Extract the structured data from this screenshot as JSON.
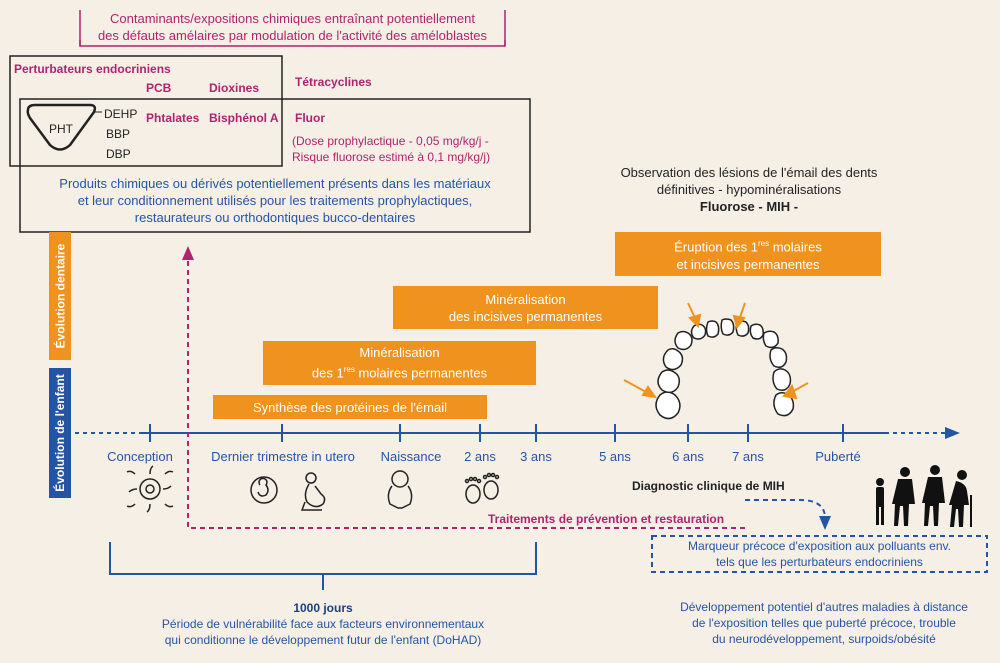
{
  "header": {
    "line1": "Contaminants/expositions chimiques entraînant potentiellement",
    "line2": "des défauts amélaires par modulation de l'activité des améloblastes"
  },
  "chemicals": {
    "endocrine_title": "Perturbateurs endocriniens",
    "pcb": "PCB",
    "dioxines": "Dioxines",
    "tetracyclines": "Tétracyclines",
    "pht": "PHT",
    "dehp": "DEHP",
    "bbp": "BBP",
    "dbp": "DBP",
    "phtalates": "Phtalates",
    "bisphenol": "Bisphénol A",
    "fluor": "Fluor",
    "dose_line1": "(Dose prophylactique - 0,05 mg/kg/j -",
    "dose_line2": "Risque fluorose estimé à 0,1 mg/kg/j)"
  },
  "products": {
    "line1": "Produits chimiques ou dérivés potentiellement présents dans les matériaux",
    "line2": "et leur conditionnement utilisés pour les traitements prophylactiques,",
    "line3": "restaurateurs ou orthodontiques bucco-dentaires"
  },
  "observation": {
    "line1": "Observation des lésions de l'émail des dents",
    "line2": "définitives - hypominéralisations",
    "line3": "Fluorose - MIH -"
  },
  "side_labels": {
    "dental": "Évolution dentaire",
    "child": "Évolution de l'enfant"
  },
  "bars": {
    "eruption_pre": "Éruption des 1",
    "eruption_sup": "res",
    "eruption_post": " molaires",
    "eruption_line2": "et incisives permanentes",
    "incisors_line1": "Minéralisation",
    "incisors_line2": "des incisives permanentes",
    "molars_line1": "Minéralisation",
    "molars_pre": "des 1",
    "molars_sup": "res",
    "molars_post": " molaires permanentes",
    "enamel": "Synthèse des protéines de l'émail"
  },
  "timeline": {
    "ticks": [
      "Conception",
      "Dernier trimestre in utero",
      "Naissance",
      "2 ans",
      "3 ans",
      "5 ans",
      "6 ans",
      "7 ans",
      "Puberté"
    ]
  },
  "diagnosis": "Diagnostic clinique de MIH",
  "treatments": "Traitements de prévention et restauration",
  "marker": {
    "line1": "Marqueur précoce d'exposition aux polluants env.",
    "line2": "tels que les perturbateurs endocriniens"
  },
  "thousand_days": {
    "title": "1000 jours",
    "line1": "Période de vulnérabilité face aux facteurs environnementaux",
    "line2": "qui conditionne le développement futur de l'enfant (DoHAD)"
  },
  "development": {
    "line1": "Développement potentiel d'autres maladies à distance",
    "line2": "de l'exposition telles que puberté précoce, trouble",
    "line3": "du neurodéveloppement, surpoids/obésité"
  },
  "colors": {
    "orange": "#f0931e",
    "blue": "#2455a4",
    "pink": "#b0236e",
    "background": "#f6efe6"
  }
}
